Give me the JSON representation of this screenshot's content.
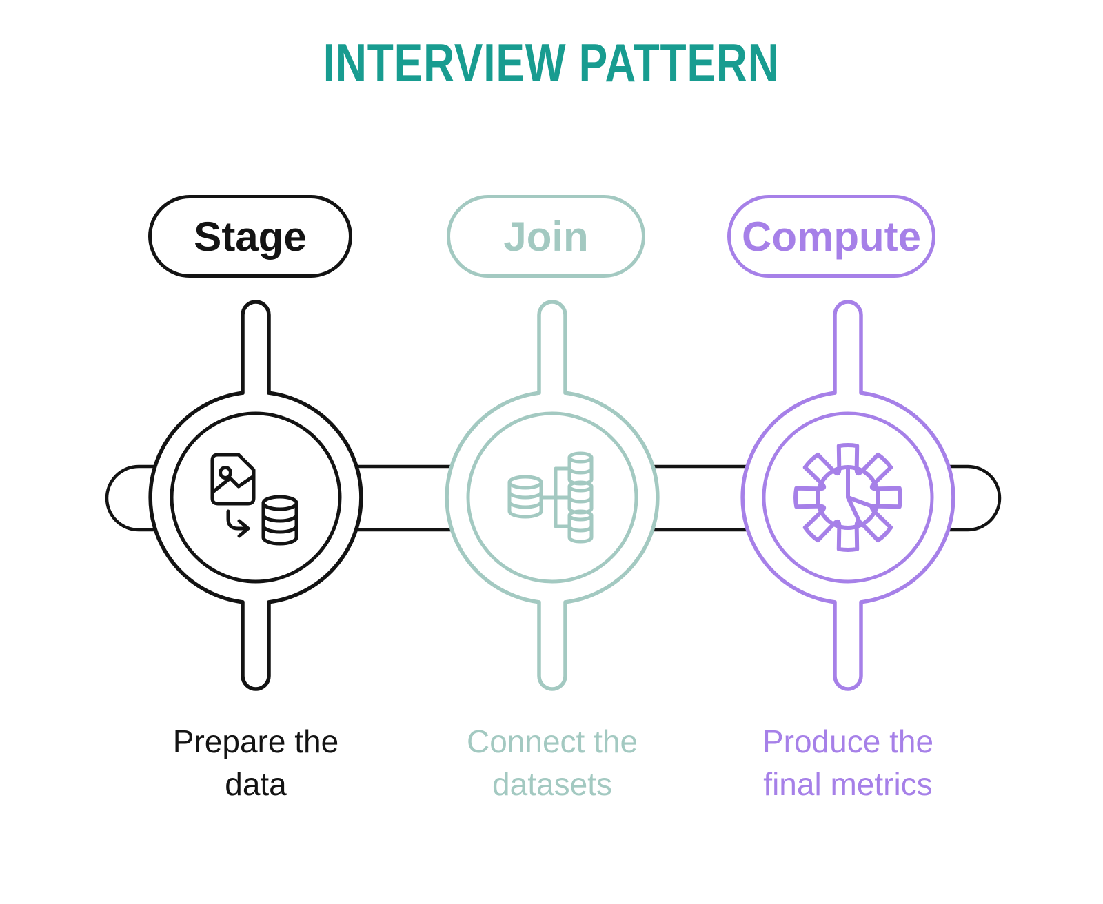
{
  "background": "#ffffff",
  "title": {
    "text": "INTERVIEW PATTERN",
    "color": "#189C90"
  },
  "connector": {
    "color": "#131313"
  },
  "units": [
    {
      "id": "stage",
      "label": "Stage",
      "color": "#131313",
      "icon": "image-file-to-database-icon",
      "caption_line1": "Prepare the",
      "caption_line2": "data"
    },
    {
      "id": "join",
      "label": "Join",
      "color": "#A3C9C1",
      "icon": "database-branch-icon",
      "caption_line1": "Connect the",
      "caption_line2": "datasets"
    },
    {
      "id": "compute",
      "label": "Compute",
      "color": "#A680E8",
      "icon": "gear-pie-chart-icon",
      "caption_line1": "Produce the",
      "caption_line2": "final metrics"
    }
  ]
}
